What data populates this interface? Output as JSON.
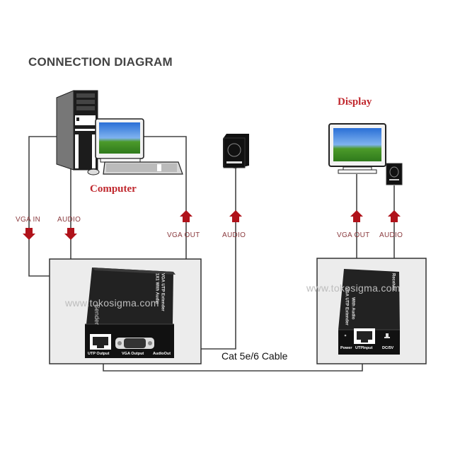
{
  "title": "CONNECTION DIAGRAM",
  "colors": {
    "signal_label": "#8a3a3e",
    "arrow": "#b0121a",
    "device_label": "#c0282e",
    "line": "#444444",
    "device_body": "#1a1a1a",
    "panel_bg": "#ececec"
  },
  "computer": {
    "label": "Computer"
  },
  "display": {
    "label": "Display"
  },
  "sender_side_signals": [
    {
      "label": "VGA IN",
      "direction": "down"
    },
    {
      "label": "AUDIO",
      "direction": "down"
    },
    {
      "label": "VGA OUT",
      "direction": "up"
    },
    {
      "label": "AUDIO",
      "direction": "up"
    }
  ],
  "receiver_side_signals": [
    {
      "label": "VGA OUT",
      "direction": "up"
    },
    {
      "label": "AUDIO",
      "direction": "up"
    }
  ],
  "sender": {
    "side_label": "Sender",
    "top_text_line1": "VGA UTP Extender",
    "top_text_line2": "1X1 With Audio",
    "ports": [
      "UTP Output",
      "VGA Output",
      "AudioOut"
    ]
  },
  "receiver": {
    "side_label": "Receiver",
    "top_text_line1": "VGA UTP Extender",
    "top_text_line2": "With Audio",
    "ports": [
      "Power",
      "UTPInput",
      "DC/5V"
    ]
  },
  "cable_label": "Cat 5e/6 Cable",
  "watermark": "www.tokosigma.com"
}
